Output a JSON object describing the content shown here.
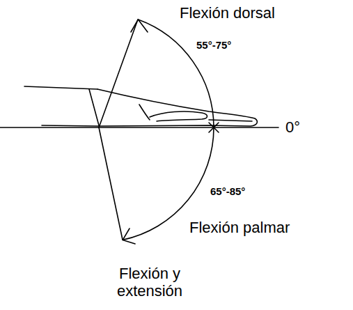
{
  "diagram": {
    "caption": "Flexión y extensión",
    "labels": [
      "Flexión dorsal",
      "55°-75°",
      "0°",
      "65°-85°",
      "Flexión palmar"
    ]
  }
}
